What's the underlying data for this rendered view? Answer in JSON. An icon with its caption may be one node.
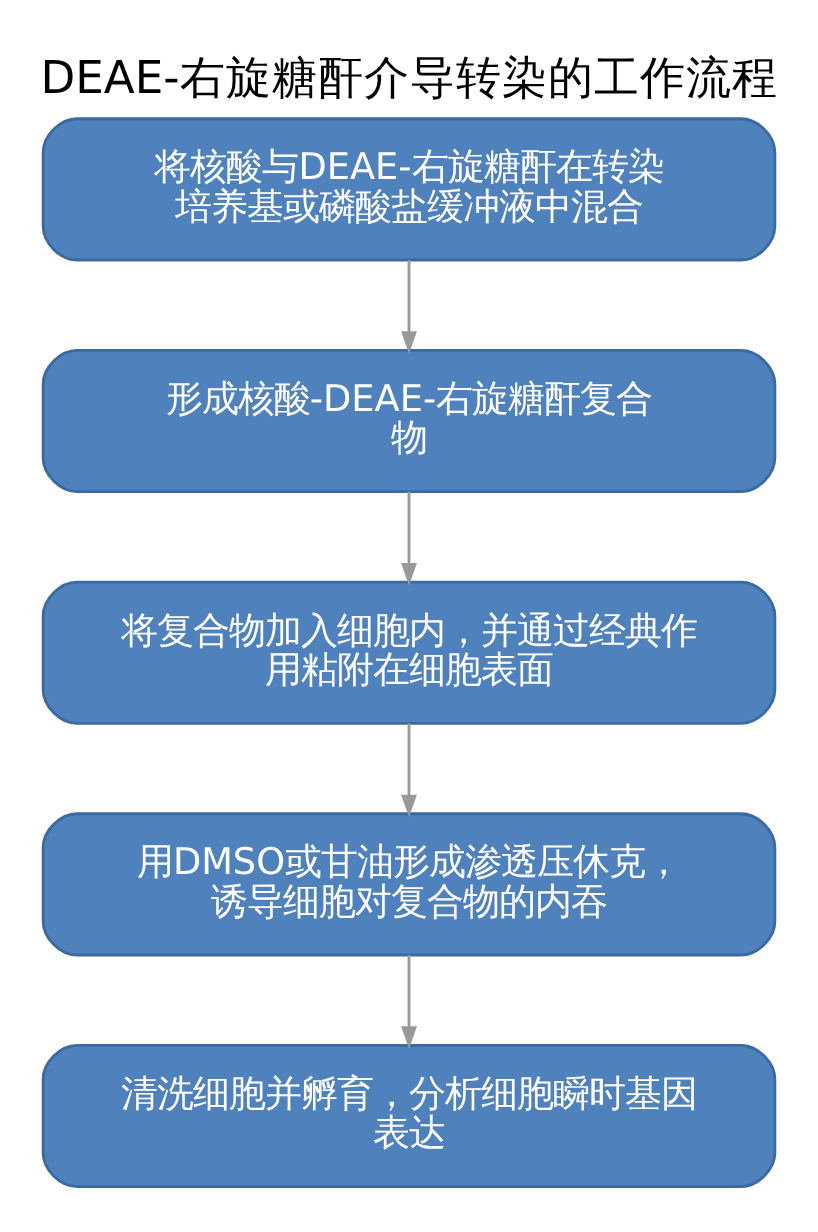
{
  "diagram": {
    "title": "DEAE-右旋糖酐介导转染的工作流程",
    "nodes": [
      {
        "text": [
          "将核酸与DEAE-右旋糖酐在转染培养基或磷酸盐缓冲液中混合"
        ]
      },
      {
        "text": [
          "形成核酸-DEAE-右旋糖酐复合物"
        ]
      },
      {
        "text": [
          "将复合物加入细胞内，并通过经典作用粘附在细胞表面"
        ]
      },
      {
        "text": [
          "用DMSO或甘油形成渗透压休克，诱导细胞对复合物的内吞"
        ]
      },
      {
        "text": [
          "清洗细胞并孵育，分析细胞瞬时基因表达"
        ]
      }
    ],
    "edges": [
      {
        "from": 0,
        "to": 1,
        "arrow": "to"
      },
      {
        "from": 1,
        "to": 2,
        "arrow": "to"
      },
      {
        "from": 2,
        "to": 3,
        "arrow": "to"
      },
      {
        "from": 3,
        "to": 4,
        "arrow": "to"
      }
    ]
  }
}
